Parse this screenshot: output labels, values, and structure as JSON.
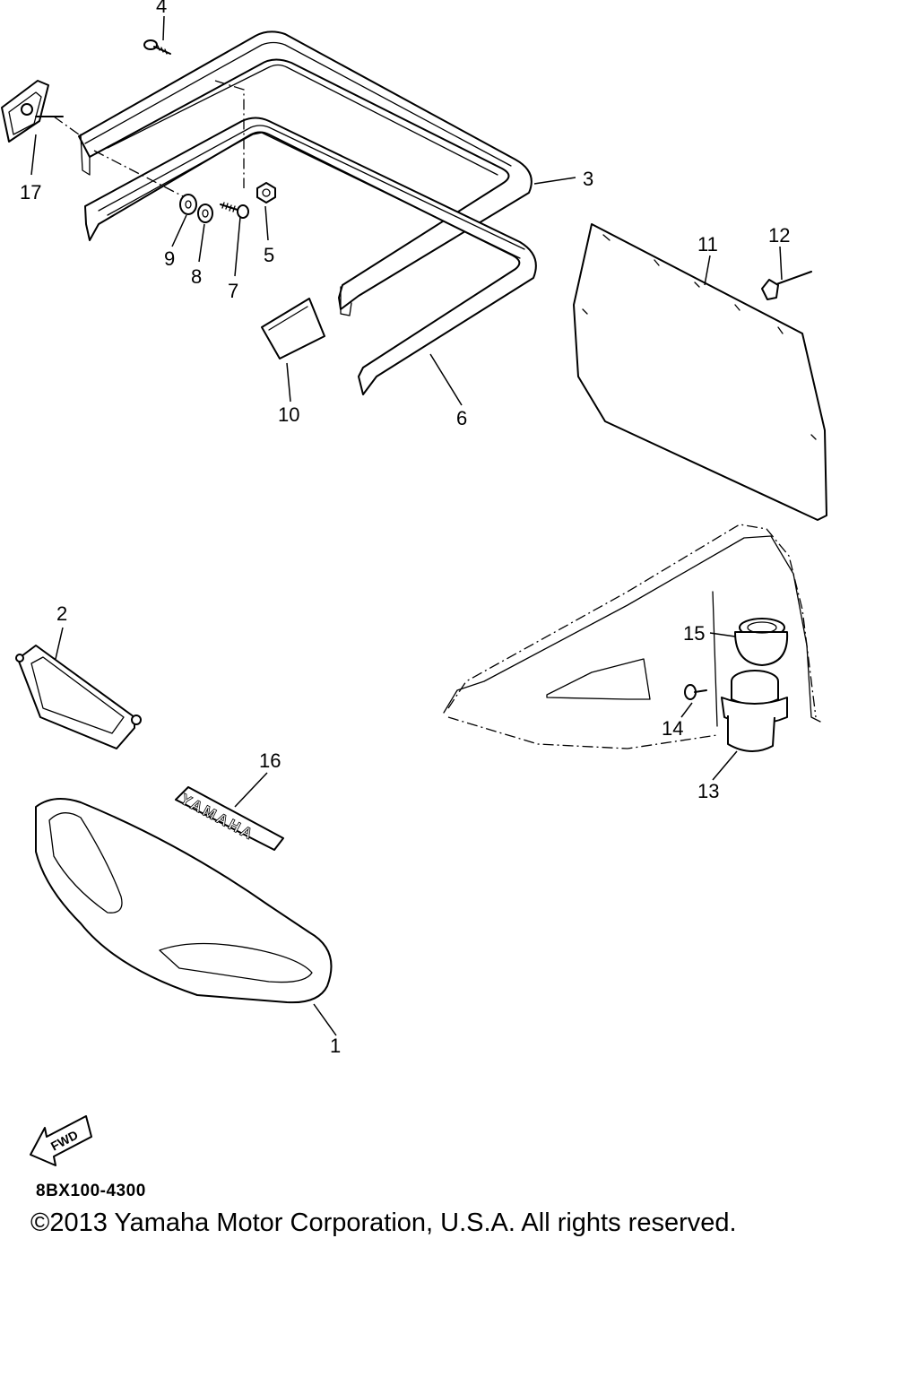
{
  "callouts": [
    {
      "id": "1",
      "label": "1"
    },
    {
      "id": "2",
      "label": "2"
    },
    {
      "id": "3",
      "label": "3"
    },
    {
      "id": "4",
      "label": "4"
    },
    {
      "id": "5",
      "label": "5"
    },
    {
      "id": "6",
      "label": "6"
    },
    {
      "id": "7",
      "label": "7"
    },
    {
      "id": "8",
      "label": "8"
    },
    {
      "id": "9",
      "label": "9"
    },
    {
      "id": "10",
      "label": "10"
    },
    {
      "id": "11",
      "label": "11"
    },
    {
      "id": "12",
      "label": "12"
    },
    {
      "id": "13",
      "label": "13"
    },
    {
      "id": "14",
      "label": "14"
    },
    {
      "id": "15",
      "label": "15"
    },
    {
      "id": "16",
      "label": "16"
    },
    {
      "id": "17",
      "label": "17"
    }
  ],
  "decal_text": "YAMAHA",
  "direction_arrow_text": "FWD",
  "diagram_code": "8BX100-4300",
  "copyright": "©2013 Yamaha Motor Corporation, U.S.A. All rights reserved."
}
